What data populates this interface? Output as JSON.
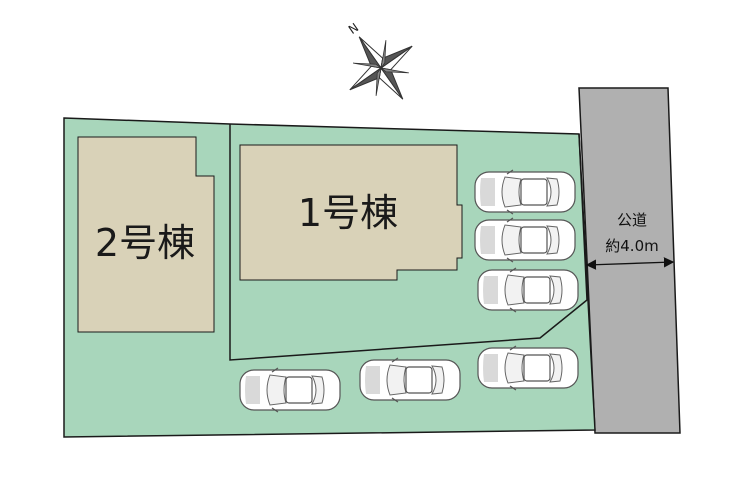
{
  "compass": {
    "north_label": "N",
    "icon": "compass-rose-icon"
  },
  "buildings": {
    "building_1": {
      "label": "1号棟"
    },
    "building_2": {
      "label": "2号棟"
    }
  },
  "road": {
    "line1": "公道",
    "line2": "約4.0m"
  },
  "colors": {
    "lot": "#a8d6bb",
    "building": "#d9d2b8",
    "road": "#b0b0b0",
    "outline": "#1a1a1a"
  },
  "parking": {
    "car_icon": "car-icon"
  }
}
